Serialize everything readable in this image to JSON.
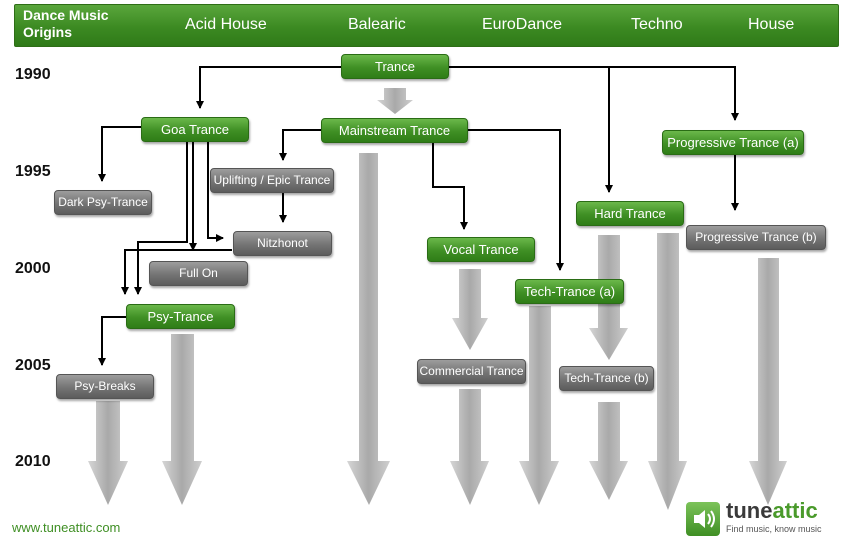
{
  "header": {
    "title": "Dance Music Origins",
    "genres": [
      "Acid House",
      "Balearic",
      "EuroDance",
      "Techno",
      "House"
    ]
  },
  "years": [
    "1990",
    "1995",
    "2000",
    "2005",
    "2010"
  ],
  "nodes": {
    "trance": "Trance",
    "goa_trance": "Goa Trance",
    "mainstream_trance": "Mainstream Trance",
    "progressive_trance_a": "Progressive Trance (a)",
    "dark_psy_trance": "Dark Psy-Trance",
    "uplifting_epic_trance": "Uplifting / Epic Trance",
    "nitzhonot": "Nitzhonot",
    "full_on": "Full On",
    "hard_trance": "Hard Trance",
    "progressive_trance_b": "Progressive Trance (b)",
    "vocal_trance": "Vocal Trance",
    "tech_trance_a": "Tech-Trance (a)",
    "psy_trance": "Psy-Trance",
    "psy_breaks": "Psy-Breaks",
    "commercial_trance": "Commercial Trance",
    "tech_trance_b": "Tech-Trance (b)"
  },
  "footer": {
    "url": "www.tuneattic.com",
    "logo_name_a": "tune",
    "logo_name_b": "attic",
    "logo_tagline": "Find music, know music",
    "logo_icon": "speaker-icon"
  },
  "colors": {
    "header_green": "#3c8a22",
    "node_green": "#3f8f24",
    "node_grey": "#747474",
    "fade_arrow": "#b5b5b5",
    "connector": "#000000"
  }
}
